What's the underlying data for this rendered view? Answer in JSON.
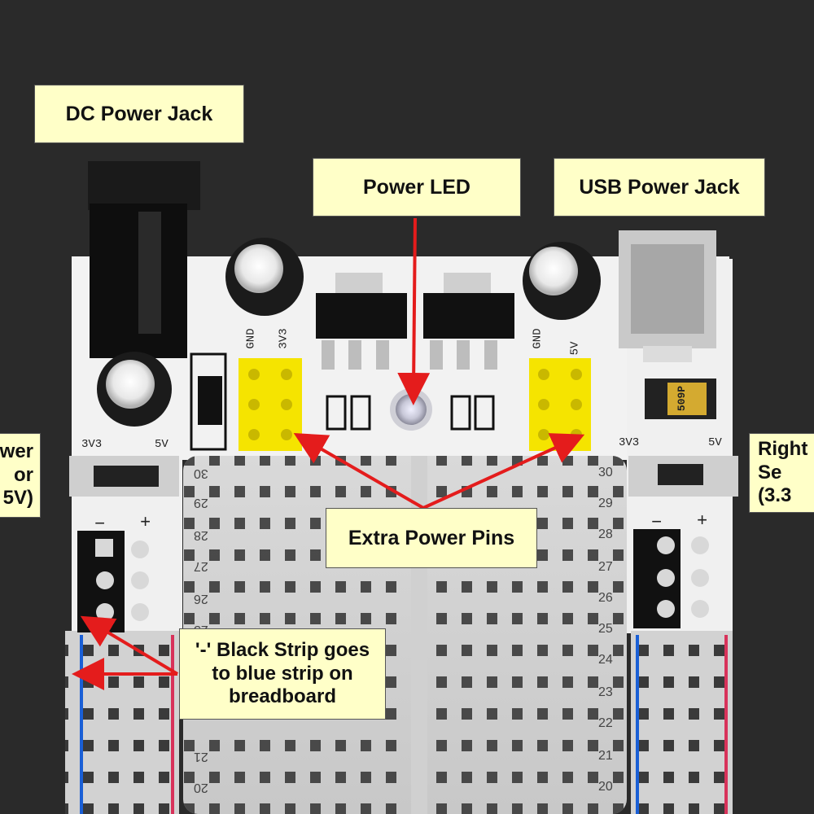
{
  "callouts": {
    "dc_power_jack": "DC Power Jack",
    "power_led": "Power LED",
    "usb_power_jack": "USB Power Jack",
    "extra_power_pins": "Extra Power Pins",
    "black_strip": "'-' Black Strip goes\nto blue strip on\nbreadboard",
    "left_selector": "ower\nor\n5V)",
    "right_selector": "Right\nSe\n(3.3"
  },
  "board_labels": {
    "left_header": [
      "GND",
      "3V3"
    ],
    "right_header": [
      "GND",
      "5V"
    ],
    "left_switch": [
      "3V3",
      "5V"
    ],
    "right_switch": [
      "3V3",
      "5V"
    ],
    "rail_minus": "−",
    "rail_plus": "+",
    "fuse_marking": "509P"
  },
  "breadboard_rows": [
    "30",
    "29",
    "28",
    "27",
    "26",
    "25",
    "24",
    "23",
    "22",
    "21",
    "20"
  ],
  "colors": {
    "background": "#2b2b2b",
    "pcb": "#f2f2f2",
    "header_pins": "#f5e400",
    "arrow": "#e41c1c",
    "callout_fill": "#ffffc8",
    "rail_blue": "#1a5fd6",
    "rail_red": "#d8325a"
  }
}
